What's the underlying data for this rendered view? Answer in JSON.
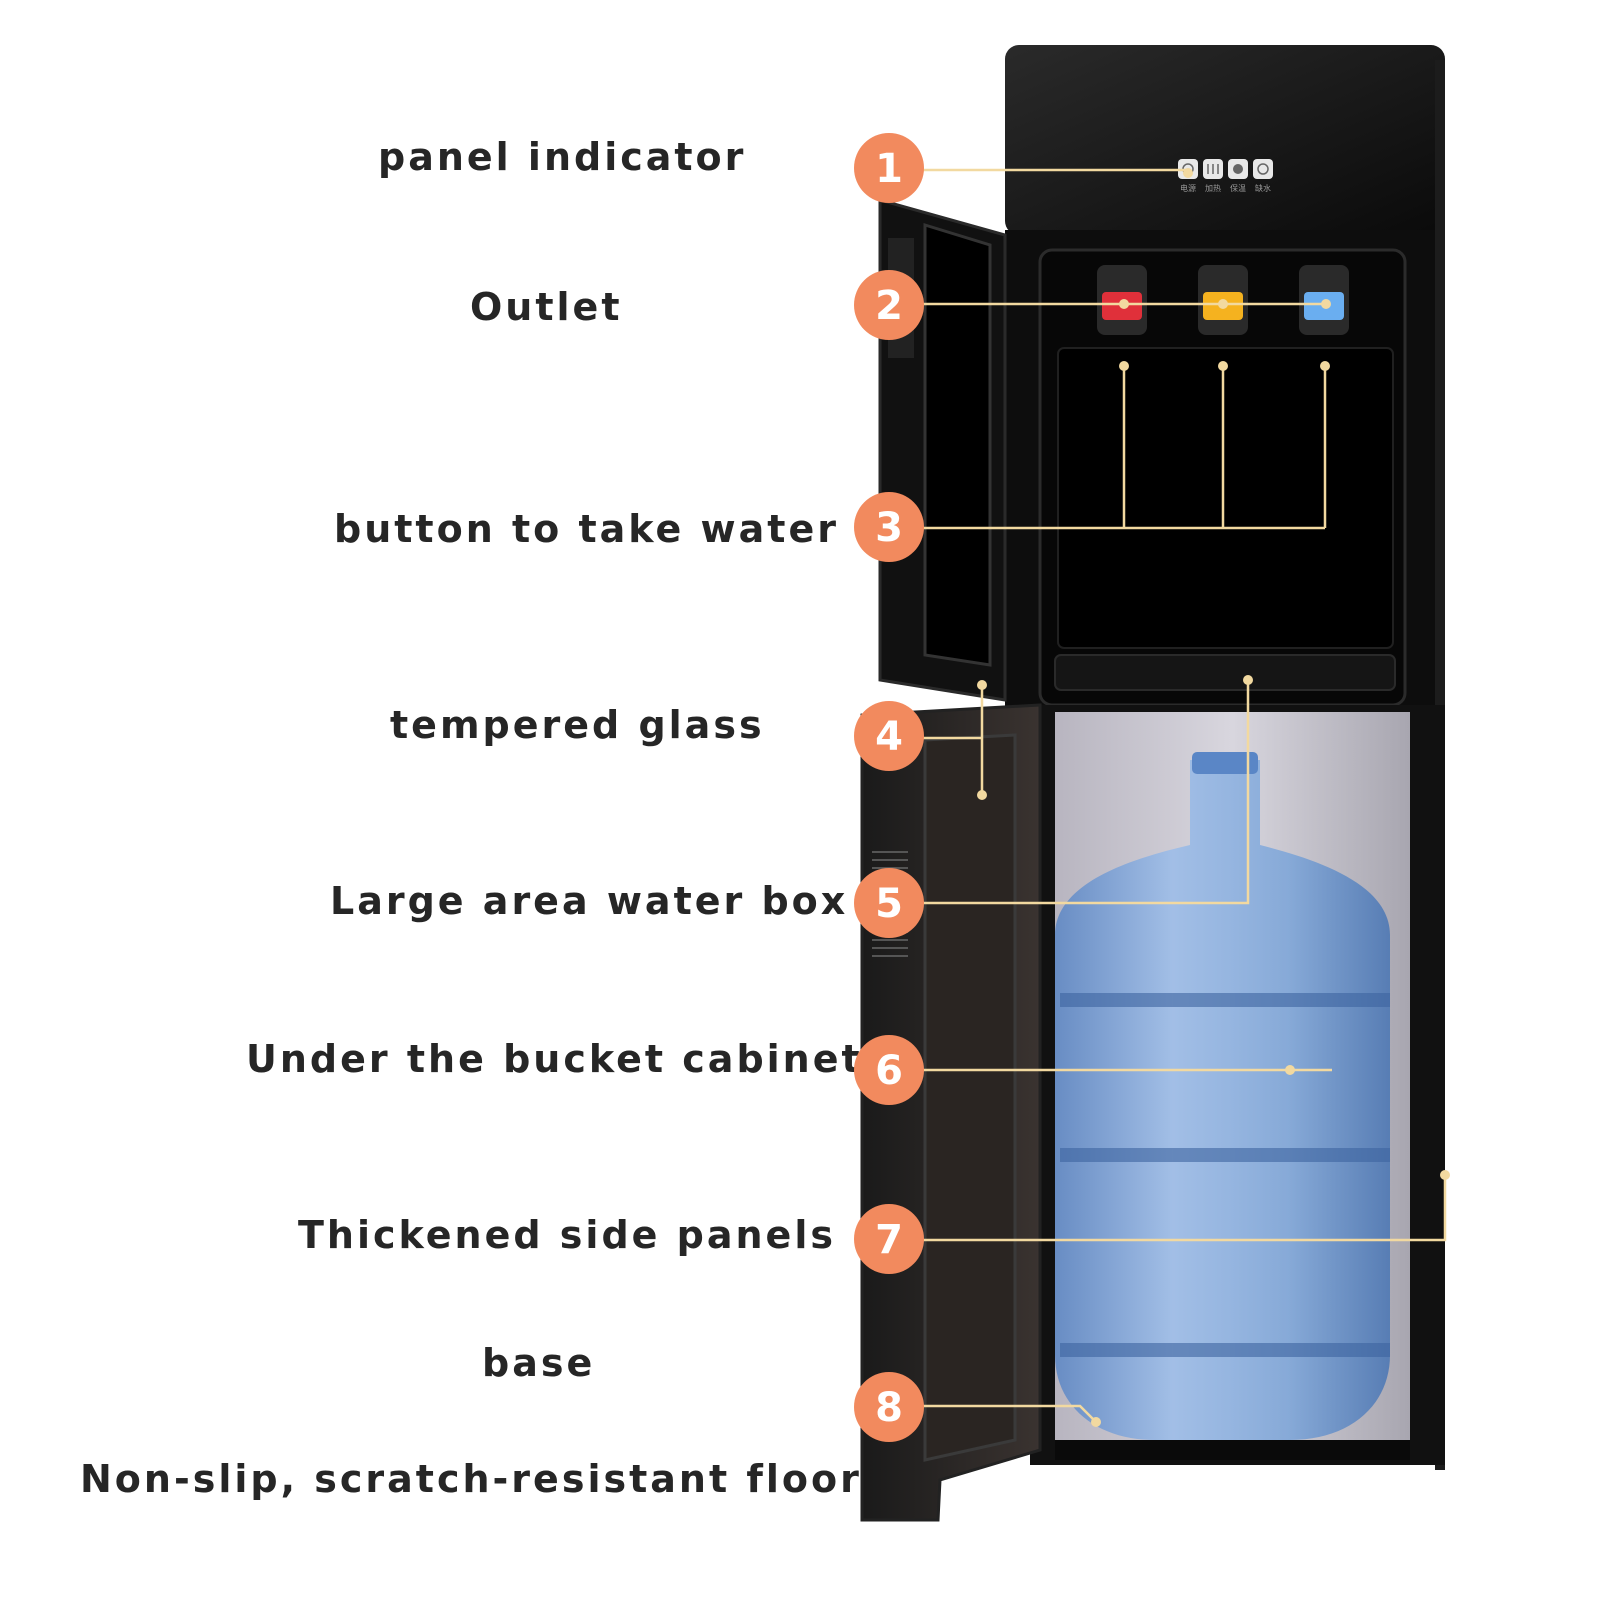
{
  "features": [
    {
      "number": "1",
      "label": "panel indicator"
    },
    {
      "number": "2",
      "label": "Outlet"
    },
    {
      "number": "3",
      "label": "button to take water"
    },
    {
      "number": "4",
      "label": "tempered glass"
    },
    {
      "number": "5",
      "label": "Large area water box"
    },
    {
      "number": "6",
      "label": "Under the bucket cabinet"
    },
    {
      "number": "7",
      "label": "Thickened side panels"
    },
    {
      "number": "8",
      "label": "base"
    }
  ],
  "extra_label": "Non-slip, scratch-resistant floors",
  "control_panel": {
    "buttons": [
      {
        "icon": "power-icon",
        "caption": "电源"
      },
      {
        "icon": "heat-icon",
        "caption": "加热"
      },
      {
        "icon": "keep-warm-icon",
        "caption": "保温"
      },
      {
        "icon": "water-shortage-icon",
        "caption": "缺水"
      }
    ]
  },
  "faucets": [
    {
      "name": "hot",
      "color": "#e0303a"
    },
    {
      "name": "warm",
      "color": "#f5b21f"
    },
    {
      "name": "cold",
      "color": "#6aaef0"
    }
  ],
  "colors": {
    "accent": "#f28a5e",
    "leader_line": "#f2d9a0",
    "body": "#111111",
    "label_text": "#262626",
    "bottle": "#7fa6d8"
  }
}
